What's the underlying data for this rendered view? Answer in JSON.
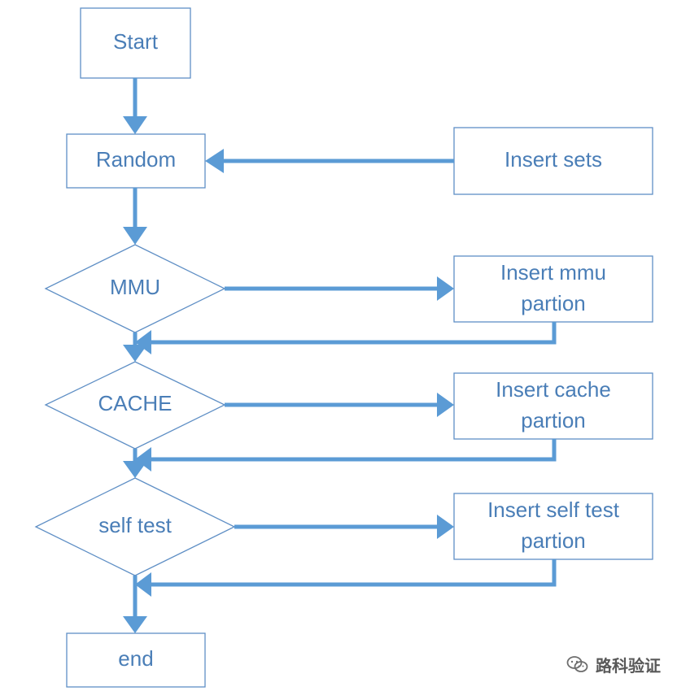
{
  "nodes": {
    "start": "Start",
    "random": "Random",
    "insert_sets": "Insert sets",
    "mmu": "MMU",
    "insert_mmu": [
      "Insert mmu",
      "partion"
    ],
    "cache": "CACHE",
    "insert_cache": [
      "Insert cache",
      "partion"
    ],
    "self_test": "self test",
    "insert_self_test": [
      "Insert self test",
      "partion"
    ],
    "end": "end"
  },
  "watermark": {
    "text": "路科验证",
    "icon": "wechat-icon"
  },
  "colors": {
    "box_border": "#5f8fc5",
    "text": "#4a7eb7",
    "arrow": "#5b9bd5"
  }
}
